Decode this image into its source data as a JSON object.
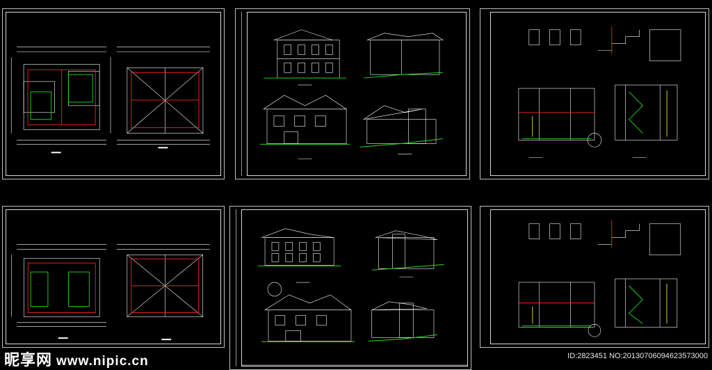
{
  "colors": {
    "background": "#000000",
    "line": "#ffffff",
    "red": "#ff2020",
    "green": "#22dd22",
    "cyan": "#33dddd",
    "yellow": "#e6e63a"
  },
  "watermark": {
    "brand": "昵享网",
    "url": "www.nipic.cn",
    "id_line": "ID:2823451 NO:20130706094623573000"
  }
}
